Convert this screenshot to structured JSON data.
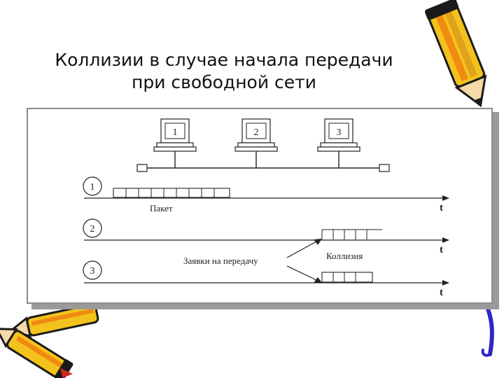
{
  "slide": {
    "title_line1": "Коллизии в случае начала передачи",
    "title_line2": "при свободной сети"
  },
  "diagram": {
    "stations": [
      "1",
      "2",
      "3"
    ],
    "timelines": [
      {
        "id": "1",
        "axis_label": "t"
      },
      {
        "id": "2",
        "axis_label": "t"
      },
      {
        "id": "3",
        "axis_label": "t"
      }
    ],
    "packet_label": "Пакет",
    "requests_label": "Заявки на передачу",
    "collision_label": "Коллизия"
  },
  "colors": {
    "pencil_yellow": "#f4c21c",
    "pencil_orange": "#f08a10",
    "pencil_dark": "#1a1a1a",
    "pencil_tip_red": "#cc2a1c",
    "pen_blue": "#2c28c8"
  }
}
